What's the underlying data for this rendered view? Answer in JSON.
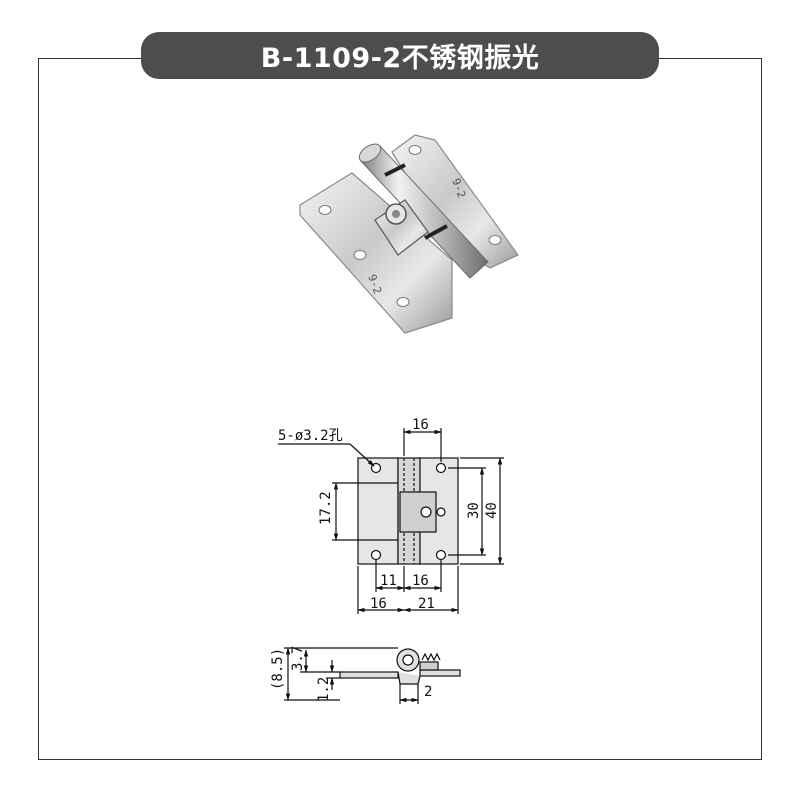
{
  "header": {
    "title": "B-1109-2不锈钢振光"
  },
  "product_photo": {
    "stamp_left": "9-2",
    "stamp_right": "9-2"
  },
  "front_view": {
    "hole_note": "5-ø3.2孔",
    "dim_top": "16",
    "dim_left_height": "17.2",
    "dim_hole_span": "30",
    "dim_total_height": "40",
    "dim_hole_offset_left": "11",
    "dim_hole_offset_right": "16",
    "dim_leaf_left": "16",
    "dim_leaf_right": "21"
  },
  "side_view": {
    "dim_total": "(8.5)",
    "dim_upper": "3.7",
    "dim_thickness": "1.2",
    "dim_width": "2"
  }
}
